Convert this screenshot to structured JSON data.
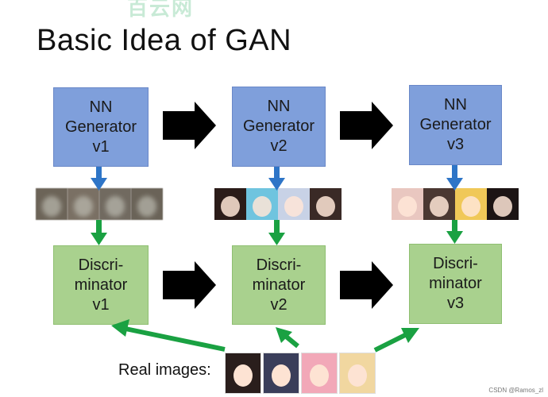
{
  "watermark": "百云网",
  "title": "Basic Idea of GAN",
  "generators": [
    {
      "line1": "NN",
      "line2": "Generator",
      "line3": "v1"
    },
    {
      "line1": "NN",
      "line2": "Generator",
      "line3": "v2"
    },
    {
      "line1": "NN",
      "line2": "Generator",
      "line3": "v3"
    }
  ],
  "discriminators": [
    {
      "line1": "Discri-",
      "line2": "minator",
      "line3": "v1"
    },
    {
      "line1": "Discri-",
      "line2": "minator",
      "line3": "v2"
    },
    {
      "line1": "Discri-",
      "line2": "minator",
      "line3": "v3"
    }
  ],
  "real_images_label": "Real images:",
  "credit": "CSDN @Ramos_zl",
  "colors": {
    "generator_fill": "#7f9fdb",
    "discriminator_fill": "#a9d18e",
    "blue_arrow": "#2e75c7",
    "green_arrow": "#1aa142",
    "black_arrow": "#000000"
  },
  "generated_samples": [
    [
      "#6c6458",
      "#7a7064",
      "#716a60",
      "#6a6358"
    ],
    [
      "#2b1c19",
      "#6fc4df",
      "#c8d2e6",
      "#3a2a26"
    ],
    [
      "#e9c7c0",
      "#4b3832",
      "#f0c858",
      "#1c1414"
    ]
  ],
  "real_samples": [
    "#2a1e1c",
    "#3a3e5a",
    "#f2a8b8",
    "#f1d7a0"
  ]
}
